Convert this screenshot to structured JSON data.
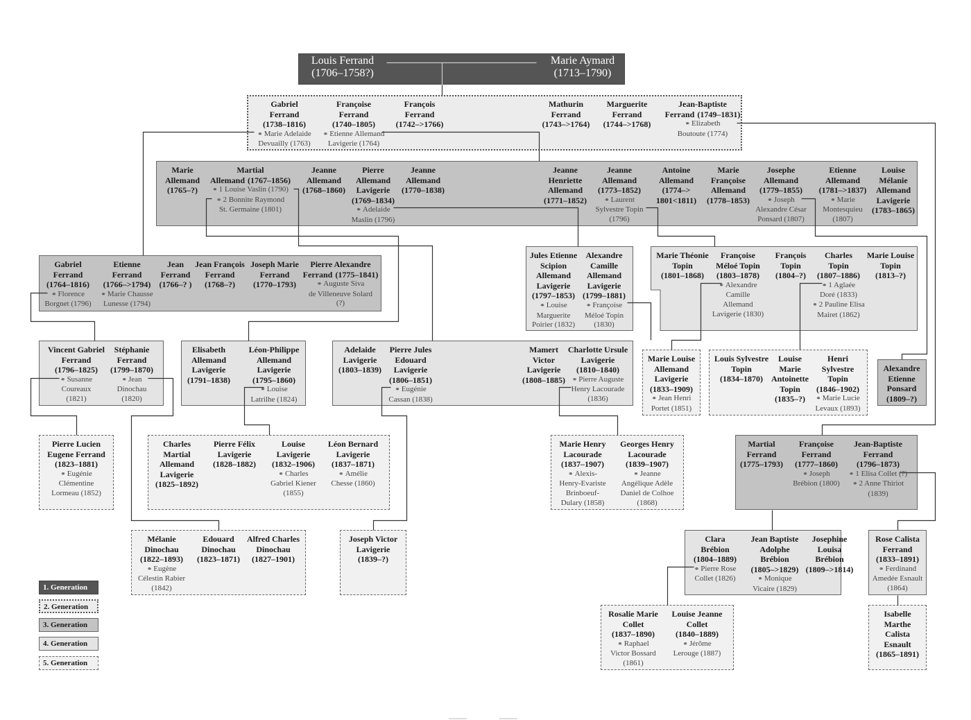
{
  "legend": [
    "1. Generation",
    "2. Generation",
    "3. Generation",
    "4. Generation",
    "5. Generation"
  ],
  "groups": [
    {
      "generation": 1,
      "members": [
        {
          "name": "Louis Ferrand",
          "dates": "(1706–1758?)"
        },
        {
          "name": "Marie Aymard",
          "dates": "(1713–1790)"
        }
      ]
    },
    {
      "generation": 2,
      "members": [
        {
          "name": "Gabriel\nFerrand",
          "dates": "(1738–1816)",
          "spouses": [
            "Marie Adelaide\nDevuailly (1763)"
          ]
        },
        {
          "name": "Françoise\nFerrand",
          "dates": "(1740–1805)",
          "spouses": [
            "Etienne Allemand\nLavigerie (1764)"
          ]
        },
        {
          "name": "François\nFerrand",
          "dates": "(1742–>1766)"
        },
        {
          "name": "Mathurin\nFerrand",
          "dates": "(1743–>1764)"
        },
        {
          "name": "Marguerite\nFerrand",
          "dates": "(1744–>1768)"
        },
        {
          "name": "Jean-Baptiste\nFerrand",
          "dates": "(1749–1831)",
          "spouses": [
            "Elizabeth\nBoutoute (1774)"
          ]
        }
      ]
    },
    {
      "generation": 3,
      "members": [
        {
          "name": "Marie\nAllemand",
          "dates": "(1765–?)"
        },
        {
          "name": "Martial\nAllemand",
          "dates": "(1767–1856)",
          "spouses": [
            "1 Louise Vaslin (1790)",
            "2 Bonnite Raymond\nSt. Germaine (1801)"
          ]
        },
        {
          "name": "Jeanne\nAllemand",
          "dates": "(1768–1860)"
        },
        {
          "name": "Pierre\nAllemand\nLavigerie",
          "dates": "(1769–1834)",
          "spouses": [
            "Adelaide\nMaslin (1796)"
          ]
        },
        {
          "name": "Jeanne\nAllemand",
          "dates": "(1770–1838)"
        },
        {
          "name": "Jeanne\nHenriette\nAllemand",
          "dates": "(1771–1852)"
        },
        {
          "name": "Jeanne\nAllemand",
          "dates": "(1773–1852)",
          "spouses": [
            "Laurent\nSylvestre Topin\n(1796)"
          ]
        },
        {
          "name": "Antoine\nAllemand",
          "dates": "(1774–>\n1801<1811)"
        },
        {
          "name": "Marie\nFrançoise\nAllemand",
          "dates": "(1778–1853)"
        },
        {
          "name": "Josephe\nAllemand",
          "dates": "(1779–1855)",
          "spouses": [
            "Joseph\nAlexandre César\nPonsard (1807)"
          ]
        },
        {
          "name": "Etienne\nAllemand",
          "dates": "(1781–>1837)",
          "spouses": [
            "Marie\nMontesquieu\n(1807)"
          ]
        },
        {
          "name": "Louise\nMélanie\nAllemand\nLavigerie",
          "dates": "(1783–1865)"
        }
      ]
    },
    {
      "generation": 3,
      "members": [
        {
          "name": "Gabriel\nFerrand",
          "dates": "(1764–1816)",
          "spouses": [
            "Florence\nBorgnet (1796)"
          ]
        },
        {
          "name": "Etienne\nFerrand",
          "dates": "(1766–>1794)",
          "spouses": [
            "Marie Chausse\nLunesse (1794)"
          ]
        },
        {
          "name": "Jean\nFerrand",
          "dates": "(1766–? )"
        },
        {
          "name": "Jean François\nFerrand",
          "dates": "(1768–?)"
        },
        {
          "name": "Joseph Marie\nFerrand",
          "dates": "(1770–1793)"
        },
        {
          "name": "Pierre Alexandre\nFerrand",
          "dates": "(1775–1841)",
          "spouses": [
            "Auguste Siva\nde Villeneuve Solard\n(?)"
          ]
        }
      ]
    },
    {
      "generation": 3,
      "members": [
        {
          "name": "Martial\nFerrand",
          "dates": "(1775–1793)"
        },
        {
          "name": "Françoise\nFerrand",
          "dates": "(1777–1860)",
          "spouses": [
            "Joseph\nBrébion (1800)"
          ]
        },
        {
          "name": "Jean-Baptiste\nFerrand",
          "dates": "(1796–1873)",
          "spouses": [
            "1 Elisa Collet (?)",
            "2 Anne Thiriot\n(1839)"
          ]
        }
      ]
    },
    {
      "generation": 3,
      "members": [
        {
          "name": "Alexandre\nEtienne\nPonsard",
          "dates": "(1809–?)"
        }
      ]
    },
    {
      "generation": 4,
      "members": [
        {
          "name": "Jules Etienne\nScipion\nAllemand\nLavigerie",
          "dates": "(1797–1853)",
          "spouses": [
            "Louise\nMarguerite\nPoirier (1832)"
          ]
        },
        {
          "name": "Alexandre\nCamille\nAllemand\nLavigerie",
          "dates": "(1799–1881)",
          "spouses": [
            "Françoise\nMéloé Topin\n(1830)"
          ]
        }
      ]
    },
    {
      "generation": 4,
      "members": [
        {
          "name": "Marie Théonie\nTopin",
          "dates": "(1801–1868)"
        },
        {
          "name": "Françoise\nMéloé Topin",
          "dates": "(1803–1878)",
          "spouses": [
            "Alexandre\nCamille\nAllemand\nLavigerie (1830)"
          ]
        },
        {
          "name": "François\nTopin",
          "dates": "(1804–?)"
        },
        {
          "name": "Charles\nTopin",
          "dates": "(1807–1886)",
          "spouses": [
            "1 Aglaée\nDoré (1833)",
            "2 Pauline Elisa\nMairet (1862)"
          ]
        },
        {
          "name": "Marie Louise\nTopin",
          "dates": "(1813–?)"
        }
      ]
    },
    {
      "generation": 4,
      "members": [
        {
          "name": "Vincent Gabriel\nFerrand",
          "dates": "(1796–1825)",
          "spouses": [
            "Susanne\nCoureaux\n(1821)"
          ]
        },
        {
          "name": "Stéphanie\nFerrand",
          "dates": "(1799–1870)",
          "spouses": [
            "Jean\nDinochau\n(1820)"
          ]
        }
      ]
    },
    {
      "generation": 4,
      "members": [
        {
          "name": "Elisabeth\nAllemand\nLavigerie",
          "dates": "(1791–1838)"
        },
        {
          "name": "Léon-Philippe\nAllemand\nLavigerie",
          "dates": "(1795–1860)",
          "spouses": [
            "Louise\nLatrilhe (1824)"
          ]
        }
      ]
    },
    {
      "generation": 4,
      "members": [
        {
          "name": "Adelaide\nLavigerie",
          "dates": "(1803–1839)"
        },
        {
          "name": "Pierre Jules\nEdouard\nLavigerie",
          "dates": "(1806–1851)",
          "spouses": [
            "Eugénie\nCassan (1838)"
          ]
        },
        {
          "name": "Mamert\nVictor\nLavigerie",
          "dates": "(1808–1885)"
        },
        {
          "name": "Charlotte Ursule\nLavigerie",
          "dates": "(1810–1840)",
          "spouses": [
            "Pierre Auguste\nHenry Lacourade\n(1836)"
          ]
        }
      ]
    },
    {
      "generation": 4,
      "members": [
        {
          "name": "Clara\nBrébion",
          "dates": "(1804–1889)",
          "spouses": [
            "Pierre Rose\nCollet (1826)"
          ]
        },
        {
          "name": "Jean Baptiste\nAdolphe\nBrébion",
          "dates": "(1805–>1829)",
          "spouses": [
            "Monique\nVicaire (1829)"
          ]
        },
        {
          "name": "Josephine\nLouisa\nBrébion",
          "dates": "(1809–>1814)"
        }
      ]
    },
    {
      "generation": 4,
      "members": [
        {
          "name": "Rose Calista\nFerrand",
          "dates": "(1833–1891)",
          "spouses": [
            "Ferdinand\nAmedée Esnault\n(1864)"
          ]
        }
      ]
    },
    {
      "generation": 5,
      "members": [
        {
          "name": "Marie Louise\nAllemand\nLavigerie",
          "dates": "(1833–1909)",
          "spouses": [
            "Jean Henri\nPortet (1851)"
          ]
        }
      ]
    },
    {
      "generation": 5,
      "members": [
        {
          "name": "Louis Sylvestre\nTopin",
          "dates": "(1834–1870)"
        },
        {
          "name": "Louise\nMarie\nAntoinette\nTopin",
          "dates": "(1835–?)"
        },
        {
          "name": "Henri\nSylvestre\nTopin",
          "dates": "(1846–1902)",
          "spouses": [
            "Marie Lucie\nLevaux (1893)"
          ]
        }
      ]
    },
    {
      "generation": 5,
      "members": [
        {
          "name": "Pierre Lucien\nEugene Ferrand",
          "dates": "(1823–1881)",
          "spouses": [
            "Eugénie\nClémentine\nLormeau (1852)"
          ]
        }
      ]
    },
    {
      "generation": 5,
      "members": [
        {
          "name": "Charles\nMartial\nAllemand\nLavigerie",
          "dates": "(1825–1892)"
        },
        {
          "name": "Pierre Félix\nLavigerie",
          "dates": "(1828–1882)"
        },
        {
          "name": "Louise\nLavigerie",
          "dates": "(1832–1906)",
          "spouses": [
            "Charles\nGabriel Kiener\n(1855)"
          ]
        },
        {
          "name": "Léon Bernard\nLavigerie",
          "dates": "(1837–1871)",
          "spouses": [
            "Amélie\nChesse (1860)"
          ]
        }
      ]
    },
    {
      "generation": 5,
      "members": [
        {
          "name": "Marie Henry\nLacourade",
          "dates": "(1837–1907)",
          "spouses": [
            "Alexis-\nHenry-Evariste\nBrinboeuf-\nDulary (1858)"
          ]
        },
        {
          "name": "Georges Henry\nLacourade",
          "dates": "(1839–1907)",
          "spouses": [
            "Jeanne\nAngélique Adèle\nDaniel de Colhoe\n(1868)"
          ]
        }
      ]
    },
    {
      "generation": 5,
      "members": [
        {
          "name": "Mélanie\nDinochau",
          "dates": "(1822–1893)",
          "spouses": [
            "Eugène\nCélestin Rabier\n(1842)"
          ]
        },
        {
          "name": "Edouard\nDinochau",
          "dates": "(1823–1871)"
        },
        {
          "name": "Alfred Charles\nDinochau",
          "dates": "(1827–1901)"
        }
      ]
    },
    {
      "generation": 5,
      "members": [
        {
          "name": "Joseph Victor\nLavigerie",
          "dates": "(1839–?)"
        }
      ]
    },
    {
      "generation": 5,
      "members": [
        {
          "name": "Rosalie Marie\nCollet",
          "dates": "(1837–1890)",
          "spouses": [
            "Raphael\nVictor Bossard\n(1861)"
          ]
        },
        {
          "name": "Louise Jeanne\nCollet",
          "dates": "(1840–1889)",
          "spouses": [
            "Jérôme\nLerouge (1887)"
          ]
        }
      ]
    },
    {
      "generation": 5,
      "members": [
        {
          "name": "Isabelle\nMarthe\nCalista\nEsnault",
          "dates": "(1865–1891)"
        }
      ]
    }
  ]
}
